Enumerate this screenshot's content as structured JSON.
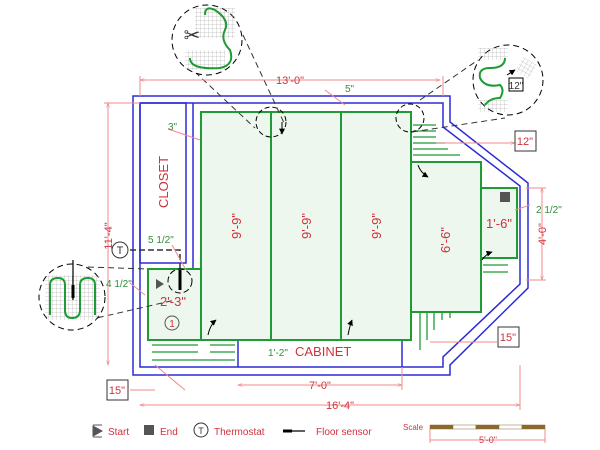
{
  "colors": {
    "wall": "#2b2bd6",
    "mat": "#1f9a35",
    "mat_fill": "#edf7ee",
    "dimension": "#f08a8a",
    "label": "#d0323c",
    "note": "#3b8a3b",
    "scale_dark": "#8a6a2a"
  },
  "rooms": {
    "closet": "CLOSET",
    "cabinet": "CABINET"
  },
  "dimensions": {
    "top_width": "13'-0\"",
    "bottom_width": "16'-4\"",
    "cabinet_width": "7'-0\"",
    "left_height": "11'-4\"",
    "right_height": "4'-0\""
  },
  "notes": {
    "three_in": "3\"",
    "five_in": "5\"",
    "five_half": "5 1/2\"",
    "four_half": "4 1/2\"",
    "two_half": "2 1/2\"",
    "one_two": "1'-2\""
  },
  "mats": [
    {
      "label": "9'-9\""
    },
    {
      "label": "9'-9\""
    },
    {
      "label": "9'-9\""
    },
    {
      "label": "6'-6\""
    },
    {
      "label": "1'-6\""
    },
    {
      "label": "2'-3\""
    }
  ],
  "spacing_callouts": [
    "12\"",
    "15\"",
    "15\""
  ],
  "detail_callout": "12\"",
  "start_number": "1",
  "thermostat_symbol": "T",
  "legend": [
    {
      "icon": "start-icon",
      "label": "Start"
    },
    {
      "icon": "end-icon",
      "label": "End"
    },
    {
      "icon": "thermostat-icon",
      "label": "Thermostat"
    },
    {
      "icon": "floor-sensor-icon",
      "label": "Floor sensor"
    }
  ],
  "scale": {
    "label": "Scale",
    "length": "5'-0\""
  }
}
